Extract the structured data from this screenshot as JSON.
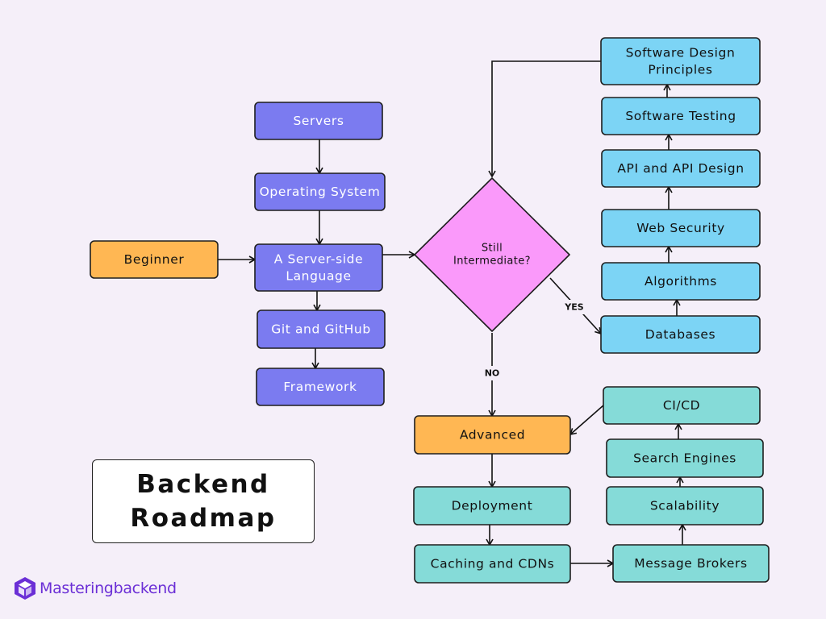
{
  "title": {
    "line1": "Backend",
    "line2": "Roadmap"
  },
  "logo": {
    "text": "Masteringbackend",
    "icon": "hexagon-cube-icon",
    "color": "#6b2fd6"
  },
  "colors": {
    "background": "#f5eff9",
    "purple_node": "#7b7bf0",
    "orange_node": "#ffb753",
    "blue_node": "#7cd4f5",
    "teal_node": "#85dbd8",
    "diamond": "#fa99fa"
  },
  "nodes": {
    "servers": {
      "label": [
        "Servers"
      ],
      "color": "purple"
    },
    "operating_system": {
      "label": [
        "Operating System"
      ],
      "color": "purple"
    },
    "server_side_language": {
      "label": [
        "A Server-side",
        "Language"
      ],
      "color": "purple"
    },
    "git_github": {
      "label": [
        "Git and GitHub"
      ],
      "color": "purple"
    },
    "framework": {
      "label": [
        "Framework"
      ],
      "color": "purple"
    },
    "beginner": {
      "label": [
        "Beginner"
      ],
      "color": "orange"
    },
    "still_intermediate": {
      "label": [
        "Still",
        "Intermediate?"
      ],
      "color": "diamond"
    },
    "advanced": {
      "label": [
        "Advanced"
      ],
      "color": "orange"
    },
    "databases": {
      "label": [
        "Databases"
      ],
      "color": "blue"
    },
    "algorithms": {
      "label": [
        "Algorithms"
      ],
      "color": "blue"
    },
    "web_security": {
      "label": [
        "Web Security"
      ],
      "color": "blue"
    },
    "api_design": {
      "label": [
        "API and API Design"
      ],
      "color": "blue"
    },
    "software_testing": {
      "label": [
        "Software Testing"
      ],
      "color": "blue"
    },
    "software_design": {
      "label": [
        "Software Design",
        "Principles"
      ],
      "color": "blue"
    },
    "deployment": {
      "label": [
        "Deployment"
      ],
      "color": "teal"
    },
    "caching_cdns": {
      "label": [
        "Caching and CDNs"
      ],
      "color": "teal"
    },
    "message_brokers": {
      "label": [
        "Message Brokers"
      ],
      "color": "teal"
    },
    "scalability": {
      "label": [
        "Scalability"
      ],
      "color": "teal"
    },
    "search_engines": {
      "label": [
        "Search Engines"
      ],
      "color": "teal"
    },
    "ci_cd": {
      "label": [
        "CI/CD"
      ],
      "color": "teal"
    }
  },
  "edges": [
    {
      "from": "servers",
      "to": "operating_system"
    },
    {
      "from": "operating_system",
      "to": "server_side_language"
    },
    {
      "from": "beginner",
      "to": "server_side_language"
    },
    {
      "from": "server_side_language",
      "to": "git_github"
    },
    {
      "from": "git_github",
      "to": "framework"
    },
    {
      "from": "server_side_language",
      "to": "still_intermediate"
    },
    {
      "from": "still_intermediate",
      "to": "databases",
      "label": "YES"
    },
    {
      "from": "still_intermediate",
      "to": "advanced",
      "label": "NO"
    },
    {
      "from": "databases",
      "to": "algorithms"
    },
    {
      "from": "algorithms",
      "to": "web_security"
    },
    {
      "from": "web_security",
      "to": "api_design"
    },
    {
      "from": "api_design",
      "to": "software_testing"
    },
    {
      "from": "software_testing",
      "to": "software_design"
    },
    {
      "from": "software_design",
      "to": "still_intermediate"
    },
    {
      "from": "advanced",
      "to": "deployment"
    },
    {
      "from": "deployment",
      "to": "caching_cdns"
    },
    {
      "from": "caching_cdns",
      "to": "message_brokers"
    },
    {
      "from": "message_brokers",
      "to": "scalability"
    },
    {
      "from": "scalability",
      "to": "search_engines"
    },
    {
      "from": "search_engines",
      "to": "ci_cd"
    },
    {
      "from": "ci_cd",
      "to": "advanced"
    }
  ]
}
